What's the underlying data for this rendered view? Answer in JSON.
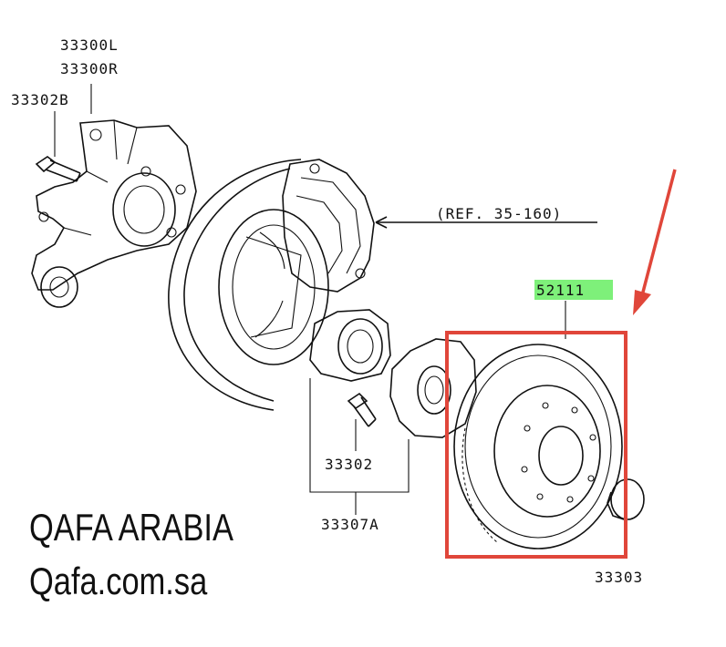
{
  "part_labels": {
    "knuckle_left": "33300L",
    "knuckle_right": "33300R",
    "knuckle_bolt": "33302B",
    "reference": "(REF. 35-160)",
    "brake_disc": "52111",
    "hub_bolt": "33302",
    "hub_assembly": "33307A",
    "hub_cap": "33303"
  },
  "highlight_colors": {
    "part_number_highlight": "#7ef07a",
    "selection_box": "#e0463a",
    "arrow": "#e0463a"
  },
  "brand": {
    "name": "QAFA ARABIA",
    "url": "Qafa.com.sa"
  }
}
